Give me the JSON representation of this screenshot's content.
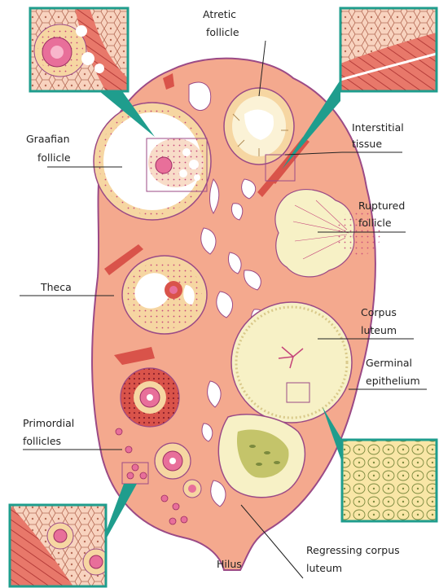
{
  "labels": {
    "atretic_follicle": [
      "Atretic",
      "follicle"
    ],
    "graafian_follicle": [
      "Graafian",
      "follicle"
    ],
    "interstitial_tissue": [
      "Interstitial",
      "tissue"
    ],
    "ruptured_follicle": [
      "Ruptured",
      "follicle"
    ],
    "theca": [
      "Theca"
    ],
    "corpus_luteum": [
      "Corpus",
      "luteum"
    ],
    "germinal_epithelium": [
      "Germinal",
      "epithelium"
    ],
    "primordial_follicles": [
      "Primordial",
      "follicles"
    ],
    "hilus": [
      "Hilus"
    ],
    "regressing_corpus_luteum": [
      "Regressing corpus",
      "luteum"
    ]
  },
  "colors": {
    "stroma": "#f4a98e",
    "outline": "#9b4a86",
    "inset_border": "#1f9d8d",
    "luteum": "#f7f1c6",
    "oocyte": "#e86f9a",
    "muscle": "#d9534a"
  }
}
